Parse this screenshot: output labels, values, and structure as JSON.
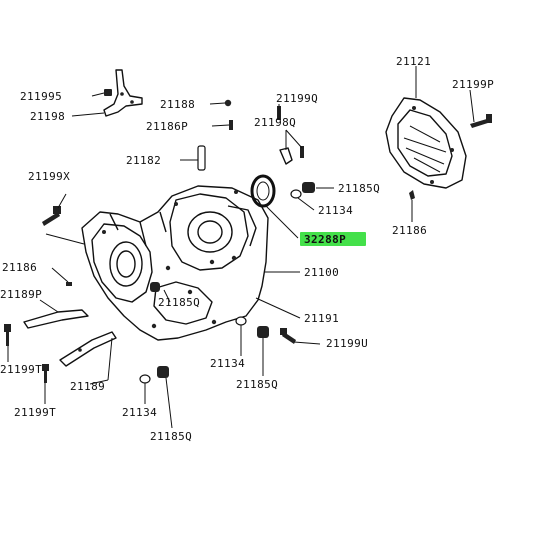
{
  "labels": {
    "l21199S": "211995",
    "l21198": "21198",
    "l21188": "21188",
    "l21199Q": "21199Q",
    "l21186P": "21186P",
    "l21198Q": "21198Q",
    "l21121": "21121",
    "l21199P": "21199P",
    "l21182": "21182",
    "l21199X": "21199X",
    "l21185Q_a": "21185Q",
    "l21134_a": "21134",
    "l32288P": "32288P",
    "l21186_r": "21186",
    "l21186_l": "21186",
    "l21189P": "21189P",
    "l21100": "21100",
    "l21185Q_b": "21185Q",
    "l21191": "21191",
    "l21199U": "21199U",
    "l21199T_a": "21199T",
    "l21189": "21189",
    "l21134_b": "21134",
    "l21185Q_c": "21185Q",
    "l21199T_b": "21199T",
    "l21134_c": "21134",
    "l21185Q_d": "21185Q"
  },
  "highlight_color": "#44e04a"
}
